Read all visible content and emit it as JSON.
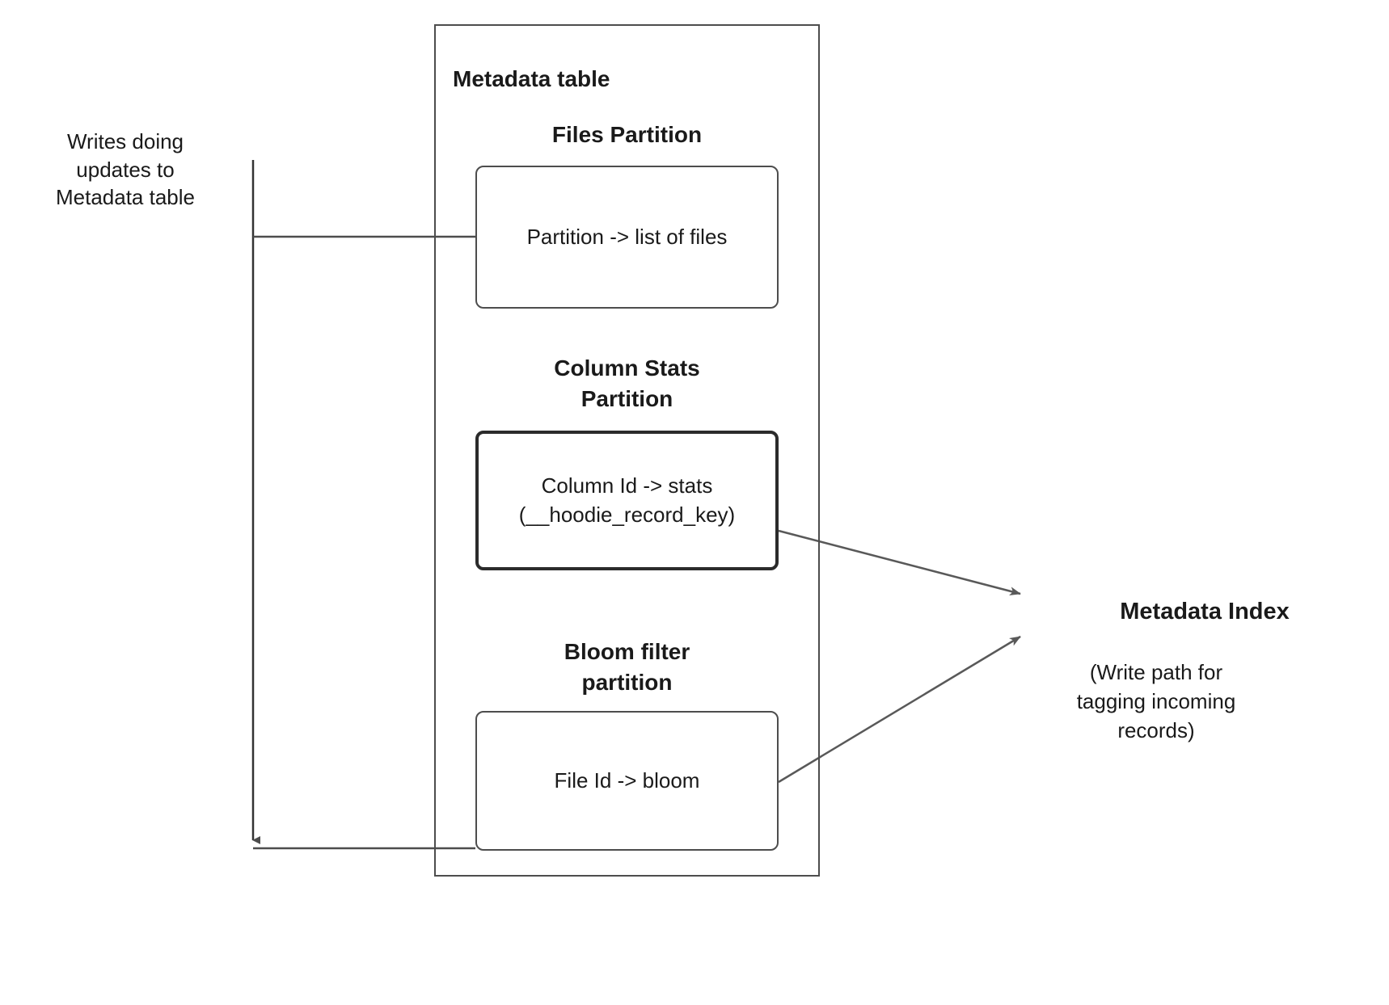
{
  "diagram": {
    "container": {
      "label": "Metadata table"
    },
    "left_note": {
      "text": "Writes doing\nupdates to\nMetadata table"
    },
    "partitions": [
      {
        "title": "Files Partition",
        "box_text": "Partition -> list of files"
      },
      {
        "title": "Column Stats\nPartition",
        "box_text": "Column Id  -> stats\n(__hoodie_record_key)"
      },
      {
        "title": "Bloom filter\npartition",
        "box_text": "File Id -> bloom"
      }
    ],
    "right_node": {
      "title": "Metadata Index",
      "caption": "(Write path for\ntagging incoming\nrecords)"
    },
    "colors": {
      "stroke": "#4d4d4d",
      "stroke_dark": "#2b2b2b",
      "text": "#1a1a1a",
      "background": "#ffffff"
    }
  }
}
